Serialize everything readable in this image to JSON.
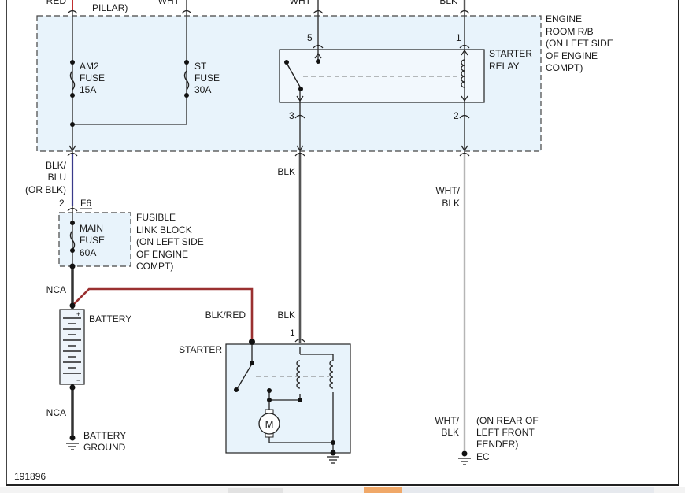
{
  "frame_id": "191896",
  "colors": {
    "zone_fill": "#e8f3fb",
    "wire_dark": "#3a3a3a",
    "wire_gray": "#b0b0b0",
    "wire_red": "#9a2a2a",
    "wire_blue": "#3a3a8a",
    "outline": "#222222"
  },
  "top_labels": {
    "red": "RED",
    "pillar": "PILLAR)",
    "wht": "WHT",
    "wht2": "WHT",
    "blk": "BLK"
  },
  "engine_room_rb": {
    "label_lines": [
      "ENGINE",
      "ROOM R/B",
      "(ON LEFT SIDE",
      "OF ENGINE",
      "COMPT)"
    ]
  },
  "am2_fuse": {
    "label_lines": [
      "AM2",
      "FUSE",
      "15A"
    ]
  },
  "st_fuse": {
    "label_lines": [
      "ST",
      "FUSE",
      "30A"
    ]
  },
  "starter_relay": {
    "label_lines": [
      "STARTER",
      "RELAY"
    ],
    "pins": {
      "p5": "5",
      "p1": "1",
      "p3": "3",
      "p2": "2"
    }
  },
  "wires": {
    "blk_blu": [
      "BLK/",
      "BLU",
      "(OR BLK)"
    ],
    "blk_mid": "BLK",
    "wht_blk_upper": [
      "WHT/",
      "BLK"
    ],
    "nca_top": "NCA",
    "blk_red": "BLK/RED",
    "blk_starter": "BLK",
    "nca_bottom": "NCA",
    "wht_blk_lower": [
      "WHT/",
      "BLK"
    ]
  },
  "fusible_link_block": {
    "pin": "2",
    "connector": "F6",
    "label_lines": [
      "FUSIBLE",
      "LINK BLOCK",
      "(ON LEFT SIDE",
      "OF ENGINE",
      "COMPT)"
    ]
  },
  "main_fuse": {
    "label_lines": [
      "MAIN",
      "FUSE",
      "60A"
    ]
  },
  "battery": {
    "label": "BATTERY",
    "plus": "+",
    "minus": "−"
  },
  "starter": {
    "label": "STARTER",
    "pin": "1",
    "motor_symbol": "M"
  },
  "battery_ground": {
    "label_lines": [
      "BATTERY",
      "GROUND"
    ]
  },
  "ec_ground": {
    "location_lines": [
      "(ON REAR OF",
      "LEFT FRONT",
      "FENDER)"
    ],
    "code": "EC"
  }
}
